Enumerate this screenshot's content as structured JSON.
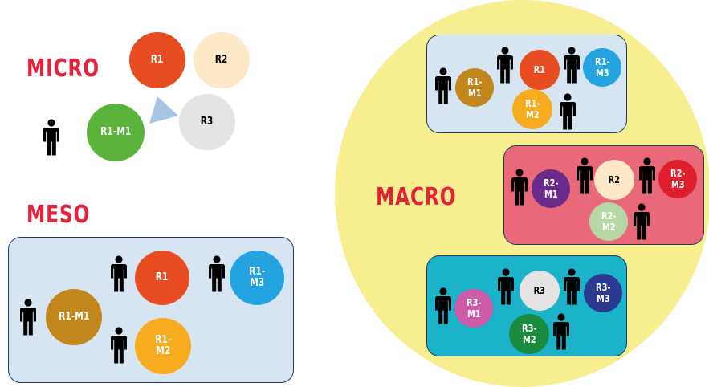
{
  "micro": {
    "heading": "MICRO",
    "nodes": [
      {
        "id": "r1",
        "label": "R1",
        "color": "#e84d22",
        "text_color": "#ffffff"
      },
      {
        "id": "r2",
        "label": "R2",
        "color": "#fde8c8",
        "text_color": "#000000"
      },
      {
        "id": "r3",
        "label": "R3",
        "color": "#e5e3e3",
        "text_color": "#000000"
      },
      {
        "id": "r1-m1",
        "label": "R1-M1",
        "color": "#5bb33b",
        "text_color": "#ffffff"
      }
    ]
  },
  "meso": {
    "heading": "MESO",
    "panel_color": "#d6e5f1",
    "nodes": [
      {
        "id": "r1",
        "label": "R1",
        "color": "#e84d22",
        "text_color": "#ffffff"
      },
      {
        "id": "r1-m3",
        "label": "R1-\nM3",
        "color": "#23a3e0",
        "text_color": "#ffffff"
      },
      {
        "id": "r1-m1",
        "label": "R1-M1",
        "color": "#c1871c",
        "text_color": "#ffffff"
      },
      {
        "id": "r1-m2",
        "label": "R1-\nM2",
        "color": "#f6ac1e",
        "text_color": "#ffffff"
      }
    ]
  },
  "macro": {
    "heading": "MACRO",
    "background_color": "#f7ee8f",
    "groups": [
      {
        "panel_color": "#d6e5f1",
        "nodes": [
          {
            "label": "R1-\nM1",
            "color": "#c1871c",
            "text_color": "#ffffff"
          },
          {
            "label": "R1",
            "color": "#e84d22",
            "text_color": "#ffffff"
          },
          {
            "label": "R1-\nM3",
            "color": "#23a3e0",
            "text_color": "#ffffff"
          },
          {
            "label": "R1-\nM2",
            "color": "#f6ac1e",
            "text_color": "#ffffff"
          }
        ]
      },
      {
        "panel_color": "#e9697a",
        "nodes": [
          {
            "label": "R2-\nM1",
            "color": "#6a2b8b",
            "text_color": "#ffffff"
          },
          {
            "label": "R2",
            "color": "#fde8c8",
            "text_color": "#000000"
          },
          {
            "label": "R2-\nM3",
            "color": "#e01f2e",
            "text_color": "#ffffff"
          },
          {
            "label": "R2-\nM2",
            "color": "#b5d8a6",
            "text_color": "#ffffff"
          }
        ]
      },
      {
        "panel_color": "#1ab3c9",
        "nodes": [
          {
            "label": "R3-\nM1",
            "color": "#cc5ba9",
            "text_color": "#ffffff"
          },
          {
            "label": "R3",
            "color": "#e5e3e3",
            "text_color": "#000000"
          },
          {
            "label": "R3-\nM3",
            "color": "#2c3990",
            "text_color": "#ffffff"
          },
          {
            "label": "R3-\nM2",
            "color": "#1a8a3e",
            "text_color": "#ffffff"
          }
        ]
      }
    ]
  }
}
